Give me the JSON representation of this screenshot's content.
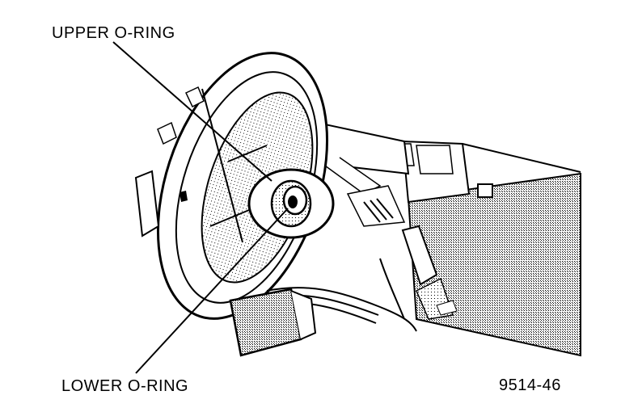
{
  "labels": {
    "upper": "UPPER O-RING",
    "lower": "LOWER O-RING"
  },
  "figure_number": "9514-46",
  "colors": {
    "ink": "#000000",
    "paper": "#ffffff",
    "shade": "#b8b8b8"
  }
}
